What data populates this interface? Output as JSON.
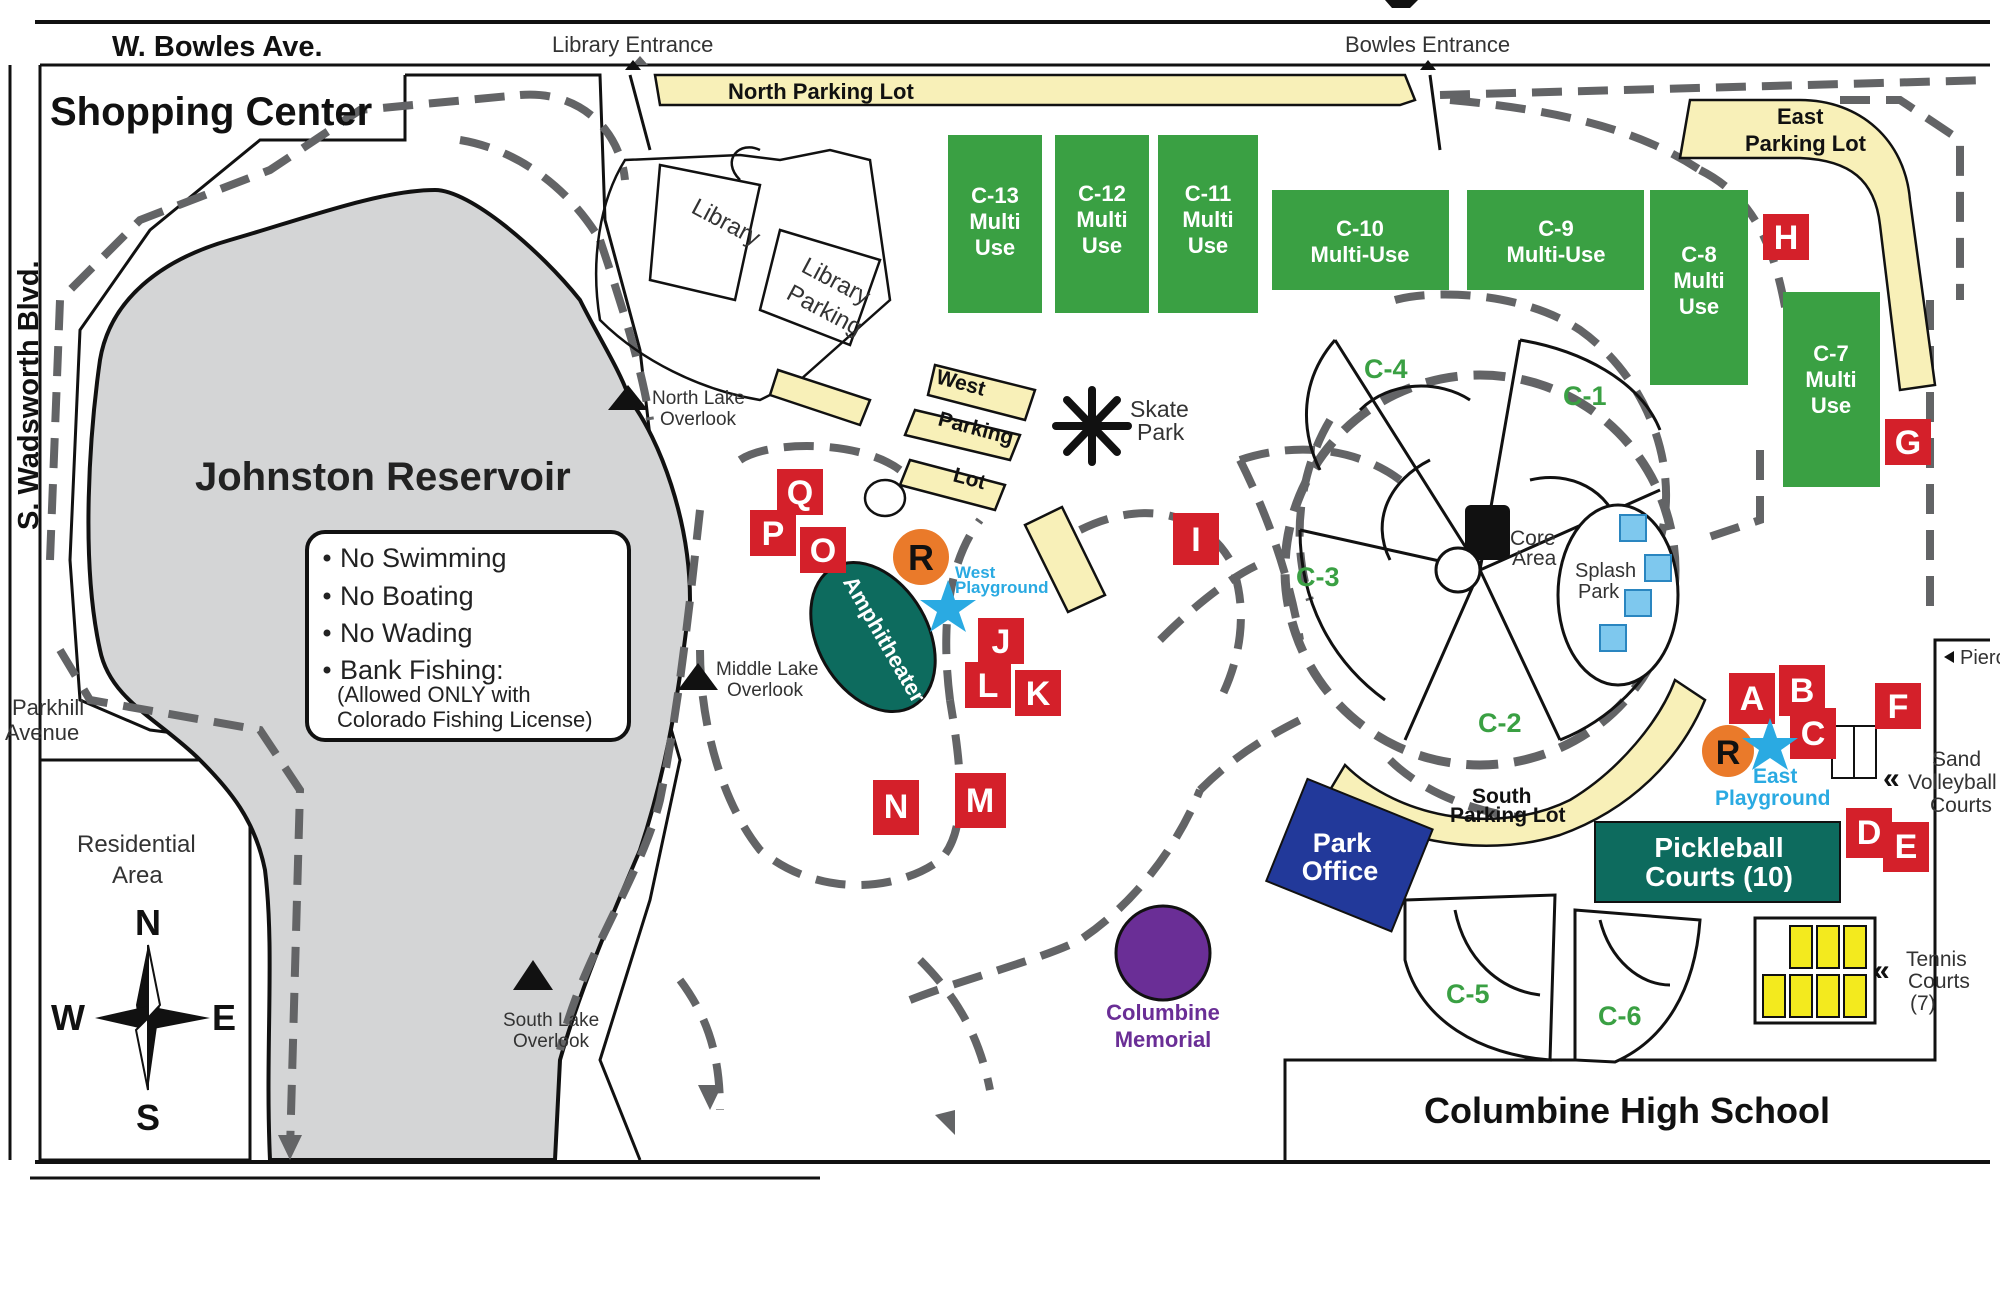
{
  "colors": {
    "field_green": "#3aa043",
    "parking_yellow": "#f8f0b8",
    "reservoir_gray": "#d4d5d6",
    "marker_red": "#d4202a",
    "restroom_orange": "#ea7a2a",
    "playground_blue": "#2aaae2",
    "teal": "#0d6b5e",
    "office_blue": "#22399a",
    "memorial_purple": "#6a2e96",
    "court_yellow": "#f3ea1e",
    "path_gray": "#636466"
  },
  "roads": {
    "bowles": "W. Bowles Ave.",
    "wadsworth": "S. Wadsworth Blvd.",
    "parkhill_1": "Parkhill",
    "parkhill_2": "Avenue",
    "pierce": "Pierce"
  },
  "areas": {
    "shopping_center": "Shopping Center",
    "reservoir": "Johnston Reservoir",
    "residential_1": "Residential",
    "residential_2": "Area",
    "high_school": "Columbine High School"
  },
  "entrances": {
    "library": "Library Entrance",
    "bowles": "Bowles Entrance"
  },
  "rules": [
    "No Swimming",
    "No Boating",
    "No Wading",
    "Bank Fishing:"
  ],
  "rules_note": [
    "(Allowed ONLY with",
    "Colorado Fishing License)"
  ],
  "overlooks": {
    "north": [
      "North Lake",
      "Overlook"
    ],
    "middle": [
      "Middle Lake",
      "Overlook"
    ],
    "south": [
      "South Lake",
      "Overlook"
    ]
  },
  "parking": {
    "north": "North Parking Lot",
    "east": [
      "East",
      "Parking Lot"
    ],
    "west": [
      "West",
      "Parking",
      "Lot"
    ],
    "south": [
      "South",
      "Parking Lot"
    ],
    "library": [
      "Library",
      "Parking"
    ]
  },
  "library": "Library",
  "multi_use": {
    "c13": [
      "C-13",
      "Multi",
      "Use"
    ],
    "c12": [
      "C-12",
      "Multi",
      "Use"
    ],
    "c11": [
      "C-11",
      "Multi",
      "Use"
    ],
    "c10": [
      "C-10",
      "Multi-Use"
    ],
    "c9": [
      "C-9",
      "Multi-Use"
    ],
    "c8": [
      "C-8",
      "Multi",
      "Use"
    ],
    "c7": [
      "C-7",
      "Multi",
      "Use"
    ]
  },
  "diamonds": {
    "c1": "C-1",
    "c2": "C-2",
    "c3": "C-3",
    "c4": "C-4",
    "c5": "C-5",
    "c6": "C-6"
  },
  "core_area": [
    "Core",
    "Area"
  ],
  "splash_park": [
    "Splash",
    "Park"
  ],
  "skate_park": [
    "Skate",
    "Park"
  ],
  "amphitheater": "Amphitheater",
  "west_playground": [
    "West",
    "Playground"
  ],
  "east_playground": [
    "East",
    "Playground"
  ],
  "restroom_letter": "R",
  "park_office": [
    "Park",
    "Office"
  ],
  "pickleball": [
    "Pickleball",
    "Courts (10)"
  ],
  "sand_volleyball": [
    "Sand",
    "Volleyball",
    "Courts"
  ],
  "tennis": [
    "Tennis",
    "Courts",
    "(7)"
  ],
  "memorial": [
    "Columbine",
    "Memorial"
  ],
  "compass": {
    "n": "N",
    "s": "S",
    "e": "E",
    "w": "W"
  },
  "markers": {
    "A": "A",
    "B": "B",
    "C": "C",
    "D": "D",
    "E": "E",
    "F": "F",
    "G": "G",
    "H": "H",
    "I": "I",
    "J": "J",
    "K": "K",
    "L": "L",
    "M": "M",
    "N": "N",
    "O": "O",
    "P": "P",
    "Q": "Q"
  }
}
